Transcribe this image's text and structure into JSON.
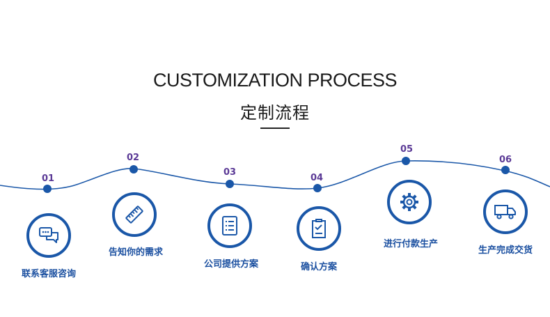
{
  "title_en": "CUSTOMIZATION PROCESS",
  "title_zh": "定制流程",
  "accent_color": "#1a57a8",
  "number_color": "#5b3a96",
  "steps": [
    {
      "num": "01",
      "label": "联系客服咨询",
      "icon": "chat-bubbles-icon"
    },
    {
      "num": "02",
      "label": "告知你的需求",
      "icon": "ruler-icon"
    },
    {
      "num": "03",
      "label": "公司提供方案",
      "icon": "document-list-icon"
    },
    {
      "num": "04",
      "label": "确认方案",
      "icon": "checklist-icon"
    },
    {
      "num": "05",
      "label": "进行付款生产",
      "icon": "gear-icon"
    },
    {
      "num": "06",
      "label": "生产完成交货",
      "icon": "delivery-truck-icon"
    }
  ]
}
